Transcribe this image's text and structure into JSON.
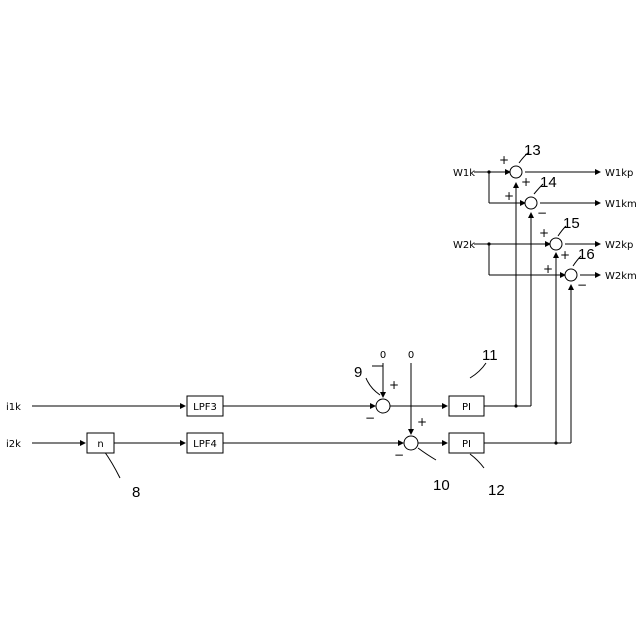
{
  "inputs": {
    "i1k": "i1k",
    "i2k": "i2k",
    "w1k": "W1k",
    "w2k": "W2k"
  },
  "blocks": {
    "gain_n": "n",
    "lpf3": "LPF3",
    "lpf4": "LPF4",
    "pi_top": "PI",
    "pi_bottom": "PI"
  },
  "setpoints": {
    "ref_9": "0",
    "ref_10": "0"
  },
  "outputs": {
    "w1kp": "W1kp",
    "w1km": "W1km",
    "w2kp": "W2kp",
    "w2km": "W2km"
  },
  "refs": {
    "r8": "8",
    "r9": "9",
    "r10": "10",
    "r11": "11",
    "r12": "12",
    "r13": "13",
    "r14": "14",
    "r15": "15",
    "r16": "16"
  },
  "signs": {
    "plus": "+",
    "minus": "−"
  }
}
